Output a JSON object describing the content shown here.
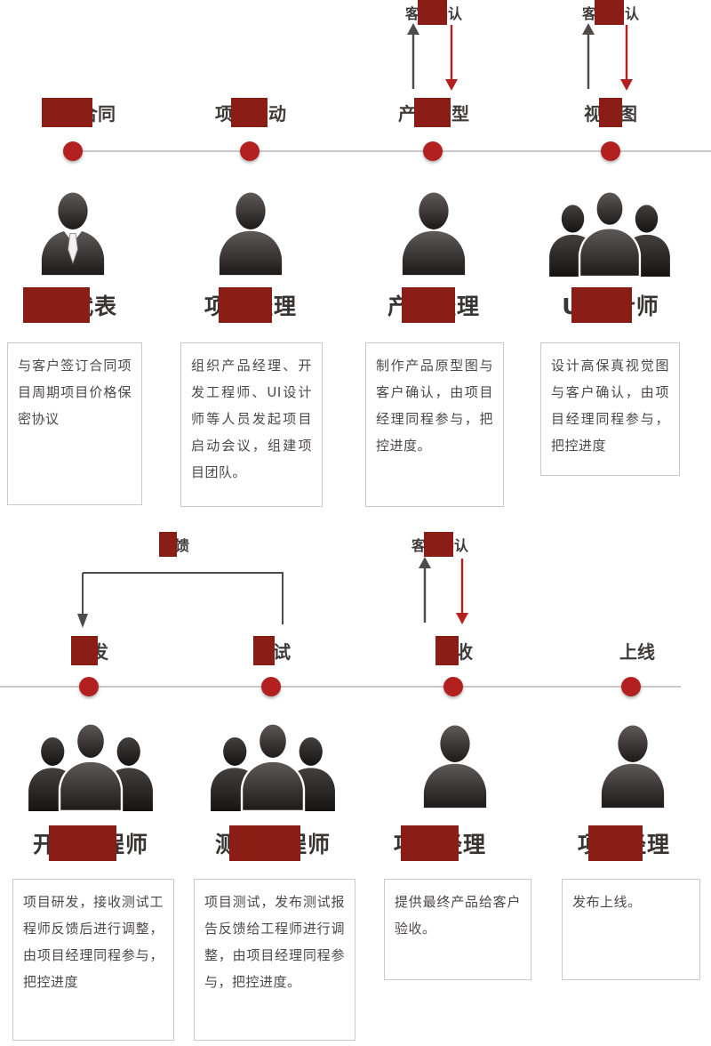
{
  "colors": {
    "accent_red": "#b2211f",
    "redaction_maroon": "#8a1d15",
    "silhouette_gray": "#3a3635",
    "arrow_gray": "#4f4b4b",
    "line_gray": "#cbc8c7"
  },
  "top_row": {
    "stages": [
      {
        "title": "签订合同",
        "role": "商务代表",
        "icon": "business-person-icon",
        "description": "与客户签订合同项目周期项目价格保密协议"
      },
      {
        "title": "项目启动",
        "role": "项目经理",
        "icon": "person-icon",
        "description": "组织产品经理、开发工程师、UI设计师等人员发起项目启动会议，组建项目团队。"
      },
      {
        "title": "产品原型",
        "role": "产品经理",
        "icon": "person-icon",
        "confirm_label": "客户确认",
        "description": "制作产品原型图与客户确认，由项目经理同程参与，把控进度。"
      },
      {
        "title": "视觉图",
        "role": "UI设计师",
        "icon": "team-icon",
        "confirm_label": "客户确认",
        "description": "设计高保真视觉图与客户确认，由项目经理同程参与，把控进度"
      }
    ]
  },
  "bottom_row": {
    "feedback_label": "反馈",
    "stages": [
      {
        "title": "研发",
        "role": "开发工程师",
        "icon": "team-icon",
        "description": "项目研发，接收测试工程师反馈后进行调整，由项目经理同程参与，把控进度"
      },
      {
        "title": "测试",
        "role": "测试工程师",
        "icon": "team-icon",
        "description": "项目测试，发布测试报告反馈给工程师进行调整，由项目经理同程参与，把控进度。"
      },
      {
        "title": "验收",
        "role": "项目经理",
        "icon": "person-icon",
        "confirm_label": "客户确认",
        "description": "提供最终产品给客户验收。"
      },
      {
        "title": "上线",
        "role": "项目经理",
        "icon": "person-icon",
        "description": "发布上线。"
      }
    ]
  }
}
